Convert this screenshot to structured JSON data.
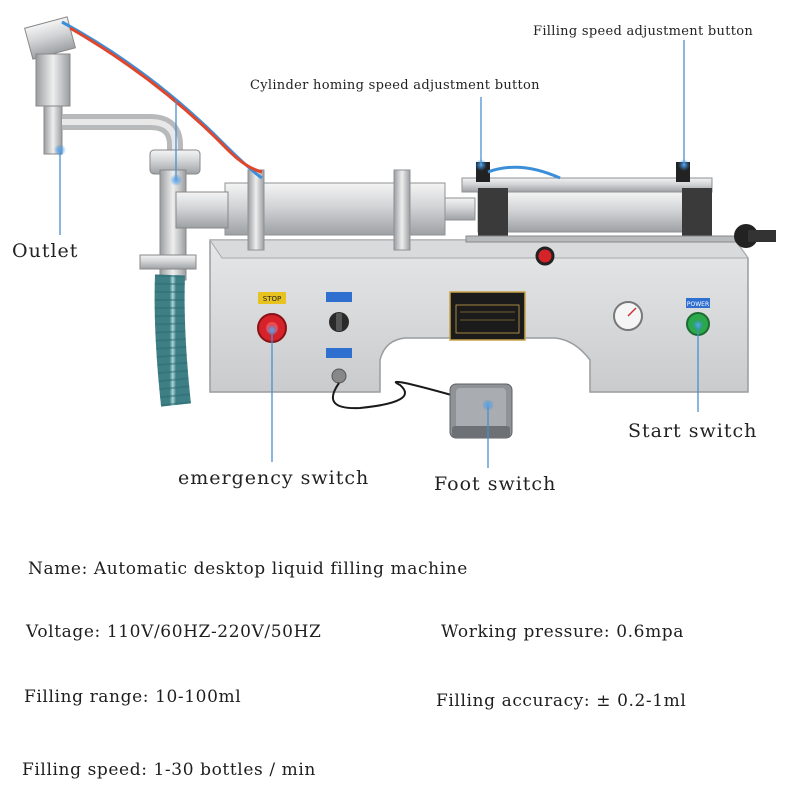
{
  "callouts": {
    "filling_speed_button": "Filling speed adjustment button",
    "cylinder_homing_button": "Cylinder homing speed adjustment button",
    "outlet": "Outlet",
    "start_switch": "Start switch",
    "emergency_switch": "emergency switch",
    "foot_switch": "Foot switch"
  },
  "specs": {
    "name": "Name: Automatic desktop liquid filling machine",
    "voltage": "Voltage: 110V/60HZ-220V/50HZ",
    "working_pressure": "Working pressure: 0.6mpa",
    "filling_range": "Filling range: 10-100ml",
    "filling_accuracy": "Filling accuracy: ± 0.2-1ml",
    "filling_speed": "Filling speed: 1-30 bottles / min"
  },
  "panel": {
    "stop_label": "STOP",
    "power_label": "POWER"
  },
  "colors": {
    "callout_line": "#4a8fd0",
    "marker": "#2f8be0",
    "emergency_red": "#d6232a",
    "start_green": "#2aa84a",
    "tube_blue": "#3b8fd8",
    "tube_red": "#e0462c"
  }
}
